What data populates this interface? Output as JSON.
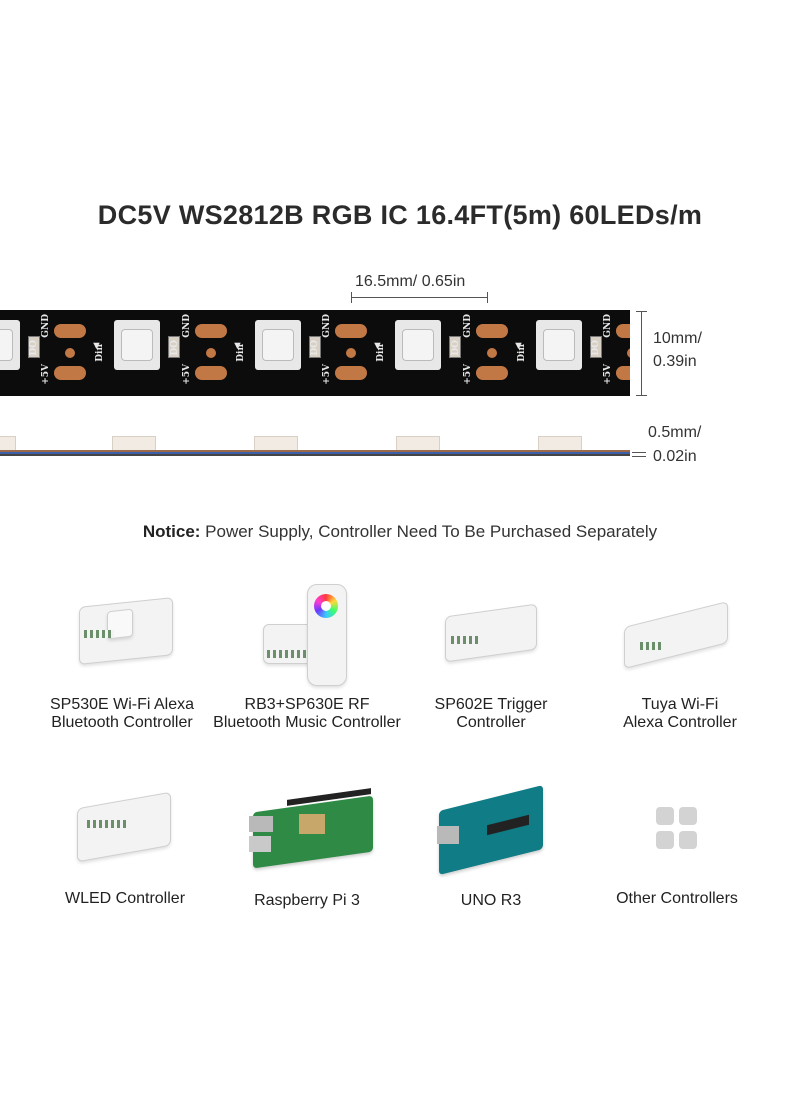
{
  "title": "DC5V WS2812B RGB IC 16.4FT(5m) 60LEDs/m",
  "dimensions": {
    "pitch": "16.5mm/ 0.65in",
    "width_mm": "10mm/",
    "width_in": "0.39in",
    "thickness_mm": "0.5mm/",
    "thickness_in": "0.02in"
  },
  "strip": {
    "pad_labels": {
      "gnd": "GND",
      "do": "DO",
      "din": "Din",
      "vcc": "+5V"
    },
    "pad_color": "#c27845",
    "pcb_color": "#0c0c0c"
  },
  "notice": {
    "bold": "Notice:",
    "text": " Power Supply, Controller Need To Be Purchased Separately"
  },
  "controllers": [
    {
      "line1": "SP530E Wi-Fi Alexa",
      "line2": "Bluetooth Controller",
      "icon": "wifi-controller-box"
    },
    {
      "line1": "RB3+SP630E RF",
      "line2": "Bluetooth Music Controller",
      "icon": "rf-remote-and-controller"
    },
    {
      "line1": "SP602E Trigger",
      "line2": "Controller",
      "icon": "trigger-controller-box"
    },
    {
      "line1": "Tuya Wi-Fi",
      "line2": "Alexa Controller",
      "icon": "tuya-controller-box"
    },
    {
      "line1": "WLED Controller",
      "line2": "",
      "icon": "wled-controller-box"
    },
    {
      "line1": "Raspberry Pi 3",
      "line2": "",
      "icon": "raspberry-pi-board"
    },
    {
      "line1": "UNO R3",
      "line2": "",
      "icon": "arduino-uno-board"
    },
    {
      "line1": "Other Controllers",
      "line2": "",
      "icon": "grid-tiles-icon"
    }
  ]
}
